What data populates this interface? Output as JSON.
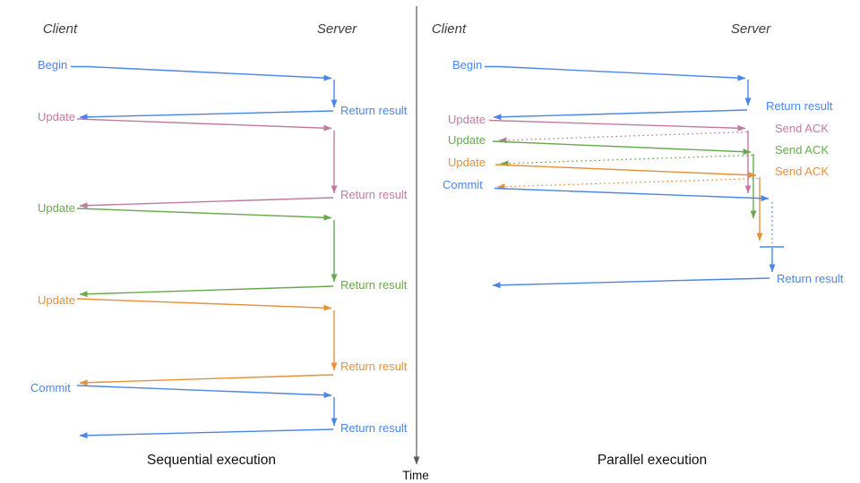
{
  "colors": {
    "blue": "#4a86e8",
    "pink": "#c27ba0",
    "green": "#6aa84f",
    "orange": "#e69138",
    "axis": "#595959",
    "heading": "#3d3d3d",
    "title": "#111111"
  },
  "time_axis": {
    "label": "Time"
  },
  "left_panel": {
    "client_label": "Client",
    "server_label": "Server",
    "title": "Sequential execution",
    "messages": [
      {
        "label": "Begin",
        "color": "blue",
        "response": "Return result"
      },
      {
        "label": "Update",
        "color": "pink",
        "response": "Return result"
      },
      {
        "label": "Update",
        "color": "green",
        "response": "Return result"
      },
      {
        "label": "Update",
        "color": "orange",
        "response": "Return result"
      },
      {
        "label": "Commit",
        "color": "blue",
        "response": "Return result"
      }
    ]
  },
  "right_panel": {
    "client_label": "Client",
    "server_label": "Server",
    "title": "Parallel execution",
    "messages": [
      {
        "label": "Begin",
        "color": "blue",
        "response": "Return result"
      },
      {
        "label": "Update",
        "color": "pink",
        "response": "Send ACK"
      },
      {
        "label": "Update",
        "color": "green",
        "response": "Send ACK"
      },
      {
        "label": "Update",
        "color": "orange",
        "response": "Send ACK"
      },
      {
        "label": "Commit",
        "color": "blue",
        "response": "Return result"
      }
    ]
  }
}
